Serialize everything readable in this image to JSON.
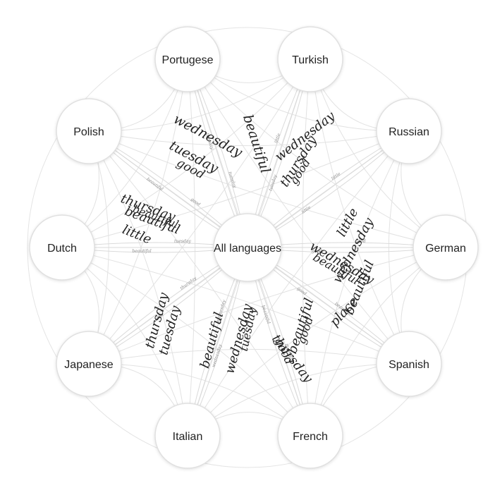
{
  "center": {
    "label": "All languages"
  },
  "languages": [
    "Portugese",
    "Turkish",
    "Russian",
    "German",
    "Spanish",
    "French",
    "Italian",
    "Japanese",
    "Dutch",
    "Polish"
  ],
  "words": [
    "wednesday",
    "beautiful",
    "tuesday",
    "good",
    "wednesday",
    "thursday",
    "good",
    "thursday",
    "beautiful",
    "little",
    "beautiful",
    "little",
    "wednesday",
    "wednesday",
    "beautiful",
    "beautiful",
    "place",
    "beautiful",
    "good",
    "thursday",
    "good",
    "wednesday",
    "tuesday",
    "beautiful",
    "thursday",
    "tuesday"
  ],
  "small_words": [
    "tuesday",
    "tuesday",
    "tuesday",
    "little",
    "little",
    "little",
    "good",
    "good",
    "good",
    "beautiful",
    "beautiful",
    "thursday",
    "wednesday",
    "wednesday",
    "thursday",
    "little",
    "tuesday",
    "beautiful",
    "good",
    "beautiful",
    "good"
  ]
}
